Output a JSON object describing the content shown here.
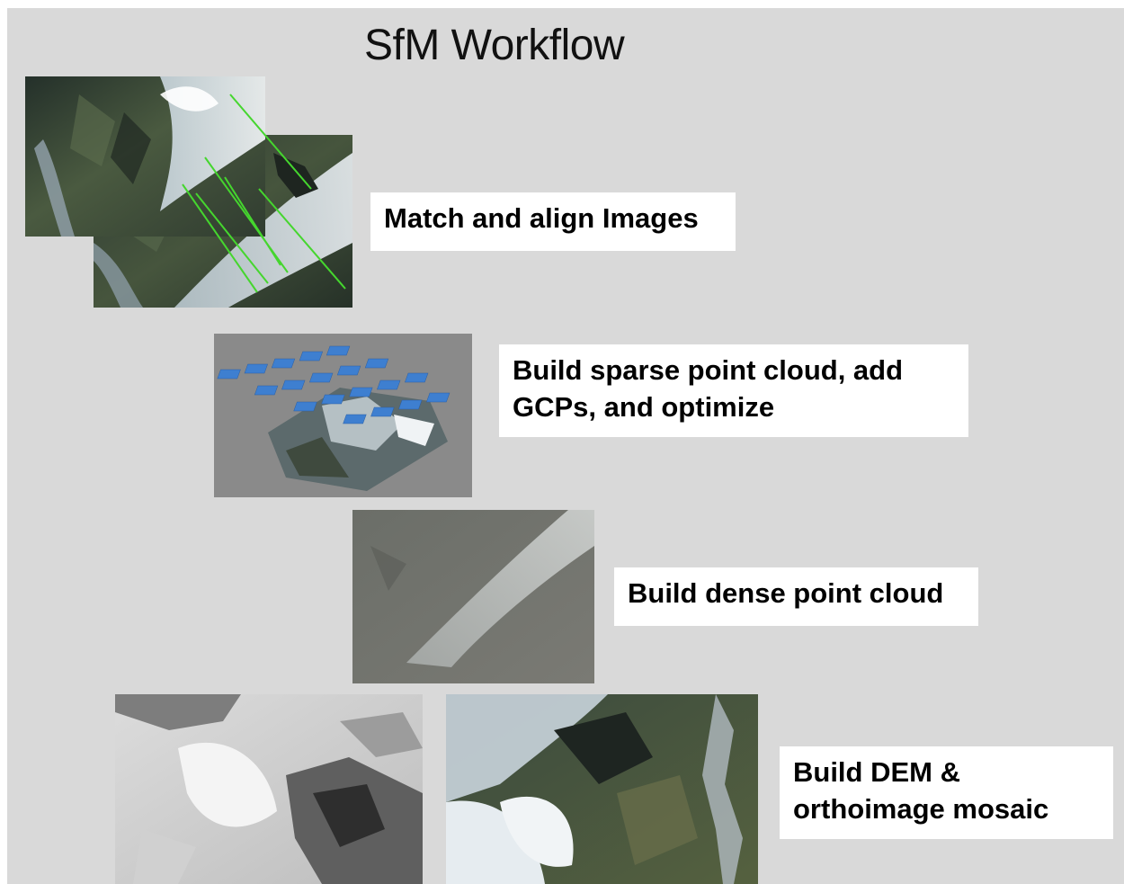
{
  "slide": {
    "title": "SfM Workflow",
    "steps": [
      {
        "label": "Match and align Images"
      },
      {
        "label_line1": "Build sparse point cloud, add",
        "label_line2": "GCPs, and optimize"
      },
      {
        "label": "Build dense point cloud"
      },
      {
        "label_line1": "Build DEM &",
        "label_line2": "orthoimage mosaic"
      }
    ],
    "images": [
      "aerial-glacier-photo-left",
      "aerial-glacier-photo-right",
      "sparse-point-cloud-camera-render",
      "dense-point-cloud-render",
      "dem-hillshade",
      "orthoimage-mosaic"
    ]
  }
}
